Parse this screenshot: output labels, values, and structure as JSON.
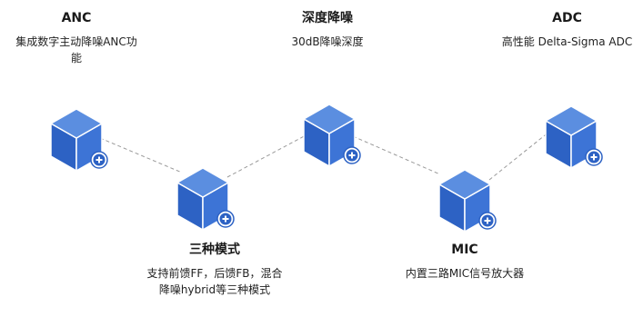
{
  "nodes": [
    {
      "id": "anc",
      "title": "ANC",
      "description": "集成数字主动降噪ANC功能",
      "icon": "cube-add-icon"
    },
    {
      "id": "three-modes",
      "title": "三种模式",
      "description": "支持前馈FF，后馈FB，混合降噪hybrid等三种模式",
      "icon": "cube-add-icon"
    },
    {
      "id": "deep-nr",
      "title": "深度降噪",
      "description": "30dB降噪深度",
      "icon": "cube-add-icon"
    },
    {
      "id": "mic",
      "title": "MIC",
      "description": "内置三路MIC信号放大器",
      "icon": "cube-add-icon"
    },
    {
      "id": "adc",
      "title": "ADC",
      "description": "高性能 Delta-Sigma ADC",
      "icon": "cube-add-icon"
    }
  ],
  "colors": {
    "cube_top": "#5b8ee0",
    "cube_left": "#2d62c4",
    "cube_right": "#3d74d6",
    "edge": "#ffffff",
    "badge": "#ffffff",
    "badge_plus": "#2d62c4",
    "connector": "#9a9a9a"
  }
}
